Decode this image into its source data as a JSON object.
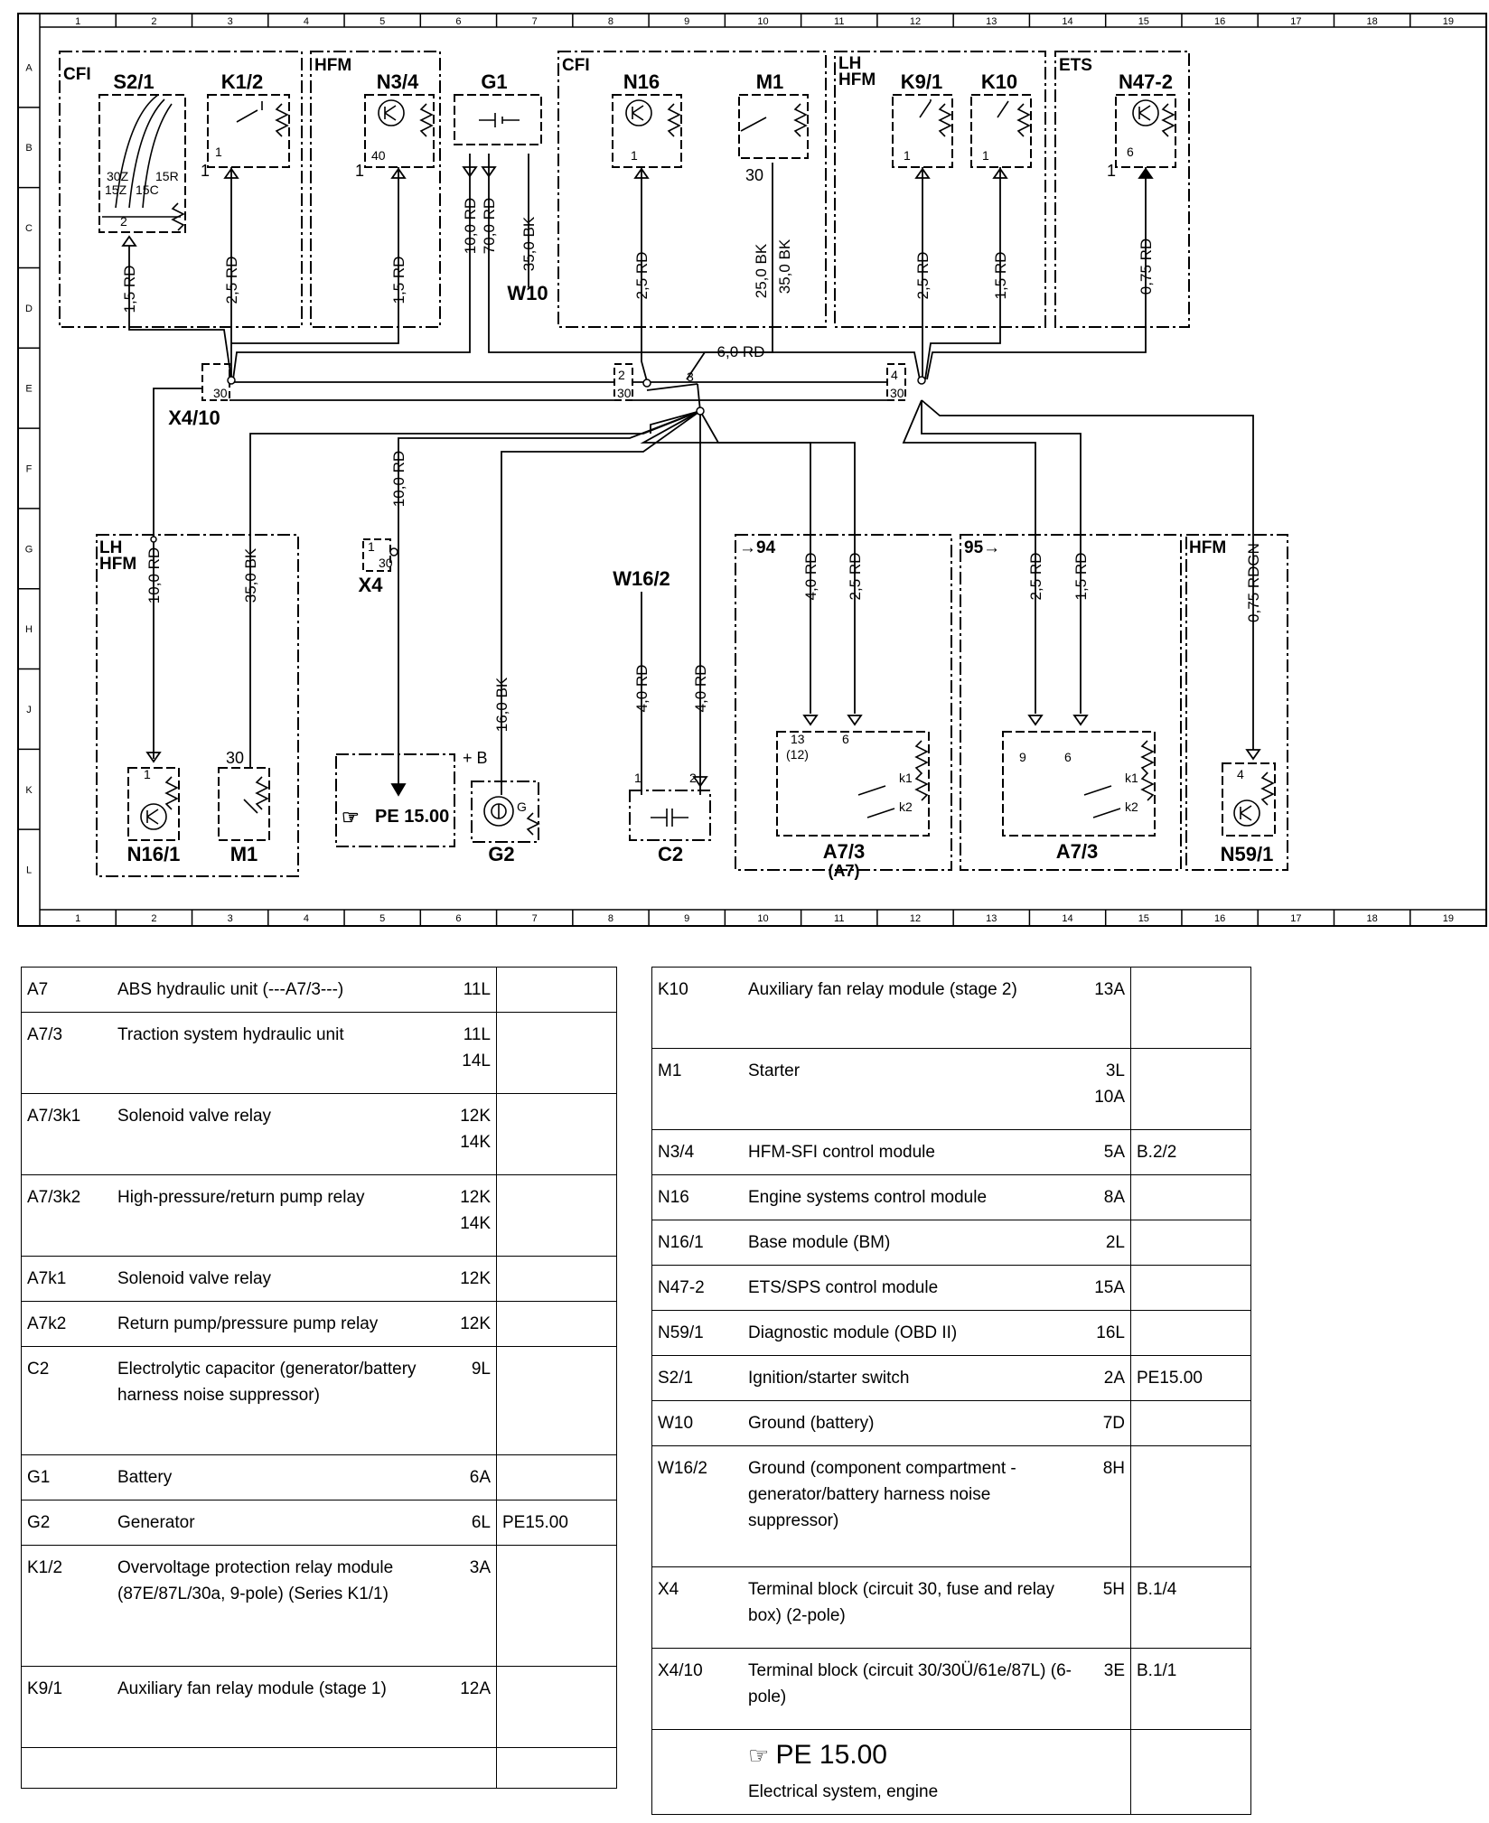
{
  "grid": {
    "columns": [
      "1",
      "2",
      "3",
      "4",
      "5",
      "6",
      "7",
      "8",
      "9",
      "10",
      "11",
      "12",
      "13",
      "14",
      "15",
      "16",
      "17",
      "18",
      "19"
    ],
    "rows": [
      "A",
      "B",
      "C",
      "D",
      "E",
      "F",
      "G",
      "H",
      "J",
      "K",
      "L"
    ]
  },
  "modules": {
    "cfi_left": "CFI",
    "hfm_top": "HFM",
    "cfi_right": "CFI",
    "lh_hfm_top": "LH\nHFM",
    "ets": "ETS",
    "lh_hfm_bottom": "LH\nHFM",
    "arrow94": "→94",
    "arrow95": "95→",
    "hfm_bottom": "HFM"
  },
  "components": {
    "s2_1": "S2/1",
    "k1_2": "K1/2",
    "n3_4": "N3/4",
    "g1": "G1",
    "n16": "N16",
    "m1_top": "M1",
    "k9_1": "K9/1",
    "k10": "K10",
    "n47_2": "N47-2",
    "x4_10": "X4/10",
    "x4": "X4",
    "w10": "W10",
    "w16_2": "W16/2",
    "n16_1": "N16/1",
    "m1_bottom": "M1",
    "g2": "G2",
    "c2": "C2",
    "a7_3_left": "A7/3",
    "a7_left": "(A7)",
    "a7_3_right": "A7/3",
    "n59_1": "N59/1",
    "pe_box": "PE 15.00"
  },
  "wires": {
    "s2_1": "1,5 RD",
    "k1_2": "2,5 RD",
    "n3_4": "1,5 RD",
    "g1_a": "10,0 RD",
    "g1_b": "70,0 RD",
    "g1_c": "35,0 BK",
    "n16": "2,5 RD",
    "m1_a": "25,0 BK",
    "m1_b": "35,0 BK",
    "k9_1": "2,5 RD",
    "k10": "1,5 RD",
    "n47_2": "0,75 RD",
    "bus": "6,0 RD",
    "x4": "10,0 RD",
    "n16_1": "10,0 RD",
    "m1_bottom": "35,0 BK",
    "g2": "16,0 BK",
    "w16_2": "4,0 RD",
    "c2": "4,0 RD",
    "a7_a": "4,0 RD",
    "a7_b": "2,5 RD",
    "a73_a": "2,5 RD",
    "a73_b": "1,5 RD",
    "n59_1": "0,75 RDGN"
  },
  "pins": {
    "s2_1_30z": "30Z",
    "s2_1_15r": "15R",
    "s2_1_15z": "15Z",
    "s2_1_15c": "15C",
    "s2_1_2": "2",
    "k1_2_1a": "1",
    "k1_2_1b": "1",
    "n3_4_40": "40",
    "n3_4_1": "1",
    "n16_1": "1",
    "m1_30": "30",
    "k9_1_1": "1",
    "k10_1": "1",
    "n47_2_6": "6",
    "n47_2_1": "1",
    "x4_10_30": "30",
    "split_2": "2",
    "split_30a": "30",
    "split_3": "3",
    "split_4": "4",
    "split_30b": "30",
    "x4_1": "1",
    "x4_30": "30",
    "n16_1_1": "1",
    "m1b_30": "30",
    "g2_b": "+ B",
    "g2_g": "G",
    "c2_1": "1",
    "c2_2": "2",
    "a7_13": "13",
    "a7_12": "(12)",
    "a7_6": "6",
    "a7_k1": "k1",
    "a7_k2": "k2",
    "a73_9": "9",
    "a73_6": "6",
    "a73_k1": "k1",
    "a73_k2": "k2",
    "n59_4": "4"
  },
  "legend_left": [
    {
      "code": "A7",
      "desc": "ABS hydraulic unit (---A7/3---)",
      "loc": "11L",
      "ref": ""
    },
    {
      "code": "A7/3",
      "desc": "Traction system hydraulic unit",
      "loc": "11L\n14L",
      "ref": ""
    },
    {
      "code": "A7/3k1",
      "desc": "Solenoid valve relay",
      "loc": "12K\n14K",
      "ref": ""
    },
    {
      "code": "A7/3k2",
      "desc": "High-pressure/return pump relay",
      "loc": "12K\n14K",
      "ref": ""
    },
    {
      "code": "A7k1",
      "desc": "Solenoid valve relay",
      "loc": "12K",
      "ref": ""
    },
    {
      "code": "A7k2",
      "desc": "Return pump/pressure pump relay",
      "loc": "12K",
      "ref": ""
    },
    {
      "code": "C2",
      "desc": "Electrolytic capacitor (generator/battery harness noise suppressor)",
      "loc": "9L",
      "ref": ""
    },
    {
      "code": "G1",
      "desc": "Battery",
      "loc": "6A",
      "ref": ""
    },
    {
      "code": "G2",
      "desc": "Generator",
      "loc": "6L",
      "ref": "PE15.00"
    },
    {
      "code": "K1/2",
      "desc": "Overvoltage protection relay module (87E/87L/30a, 9-pole) (Series K1/1)",
      "loc": "3A",
      "ref": ""
    },
    {
      "code": "K9/1",
      "desc": "Auxiliary fan relay module (stage 1)",
      "loc": "12A",
      "ref": ""
    },
    {
      "code": "",
      "desc": "",
      "loc": "",
      "ref": ""
    }
  ],
  "legend_right": [
    {
      "code": "K10",
      "desc": "Auxiliary fan relay module (stage 2)",
      "loc": "13A",
      "ref": ""
    },
    {
      "code": "M1",
      "desc": "Starter",
      "loc": "3L\n10A",
      "ref": ""
    },
    {
      "code": "N3/4",
      "desc": "HFM-SFI control module",
      "loc": "5A",
      "ref": "B.2/2"
    },
    {
      "code": "N16",
      "desc": "Engine systems control module",
      "loc": "8A",
      "ref": ""
    },
    {
      "code": "N16/1",
      "desc": "Base module (BM)",
      "loc": "2L",
      "ref": ""
    },
    {
      "code": "N47-2",
      "desc": "ETS/SPS control module",
      "loc": "15A",
      "ref": ""
    },
    {
      "code": "N59/1",
      "desc": "Diagnostic module (OBD II)",
      "loc": "16L",
      "ref": ""
    },
    {
      "code": "S2/1",
      "desc": "Ignition/starter switch",
      "loc": "2A",
      "ref": "PE15.00"
    },
    {
      "code": "W10",
      "desc": "Ground (battery)",
      "loc": "7D",
      "ref": ""
    },
    {
      "code": "W16/2",
      "desc": "Ground (component compartment - generator/battery harness noise suppressor)",
      "loc": "8H",
      "ref": ""
    },
    {
      "code": "X4",
      "desc": "Terminal block (circuit 30, fuse and relay box) (2-pole)",
      "loc": "5H",
      "ref": "B.1/4"
    },
    {
      "code": "X4/10",
      "desc": "Terminal block (circuit 30/30Ü/61e/87L) (6-pole)",
      "loc": "3E",
      "ref": "B.1/1"
    }
  ],
  "legend_footer": {
    "title": "PE 15.00",
    "subtitle": "Electrical system, engine",
    "icon": "pointing-hand-icon"
  }
}
